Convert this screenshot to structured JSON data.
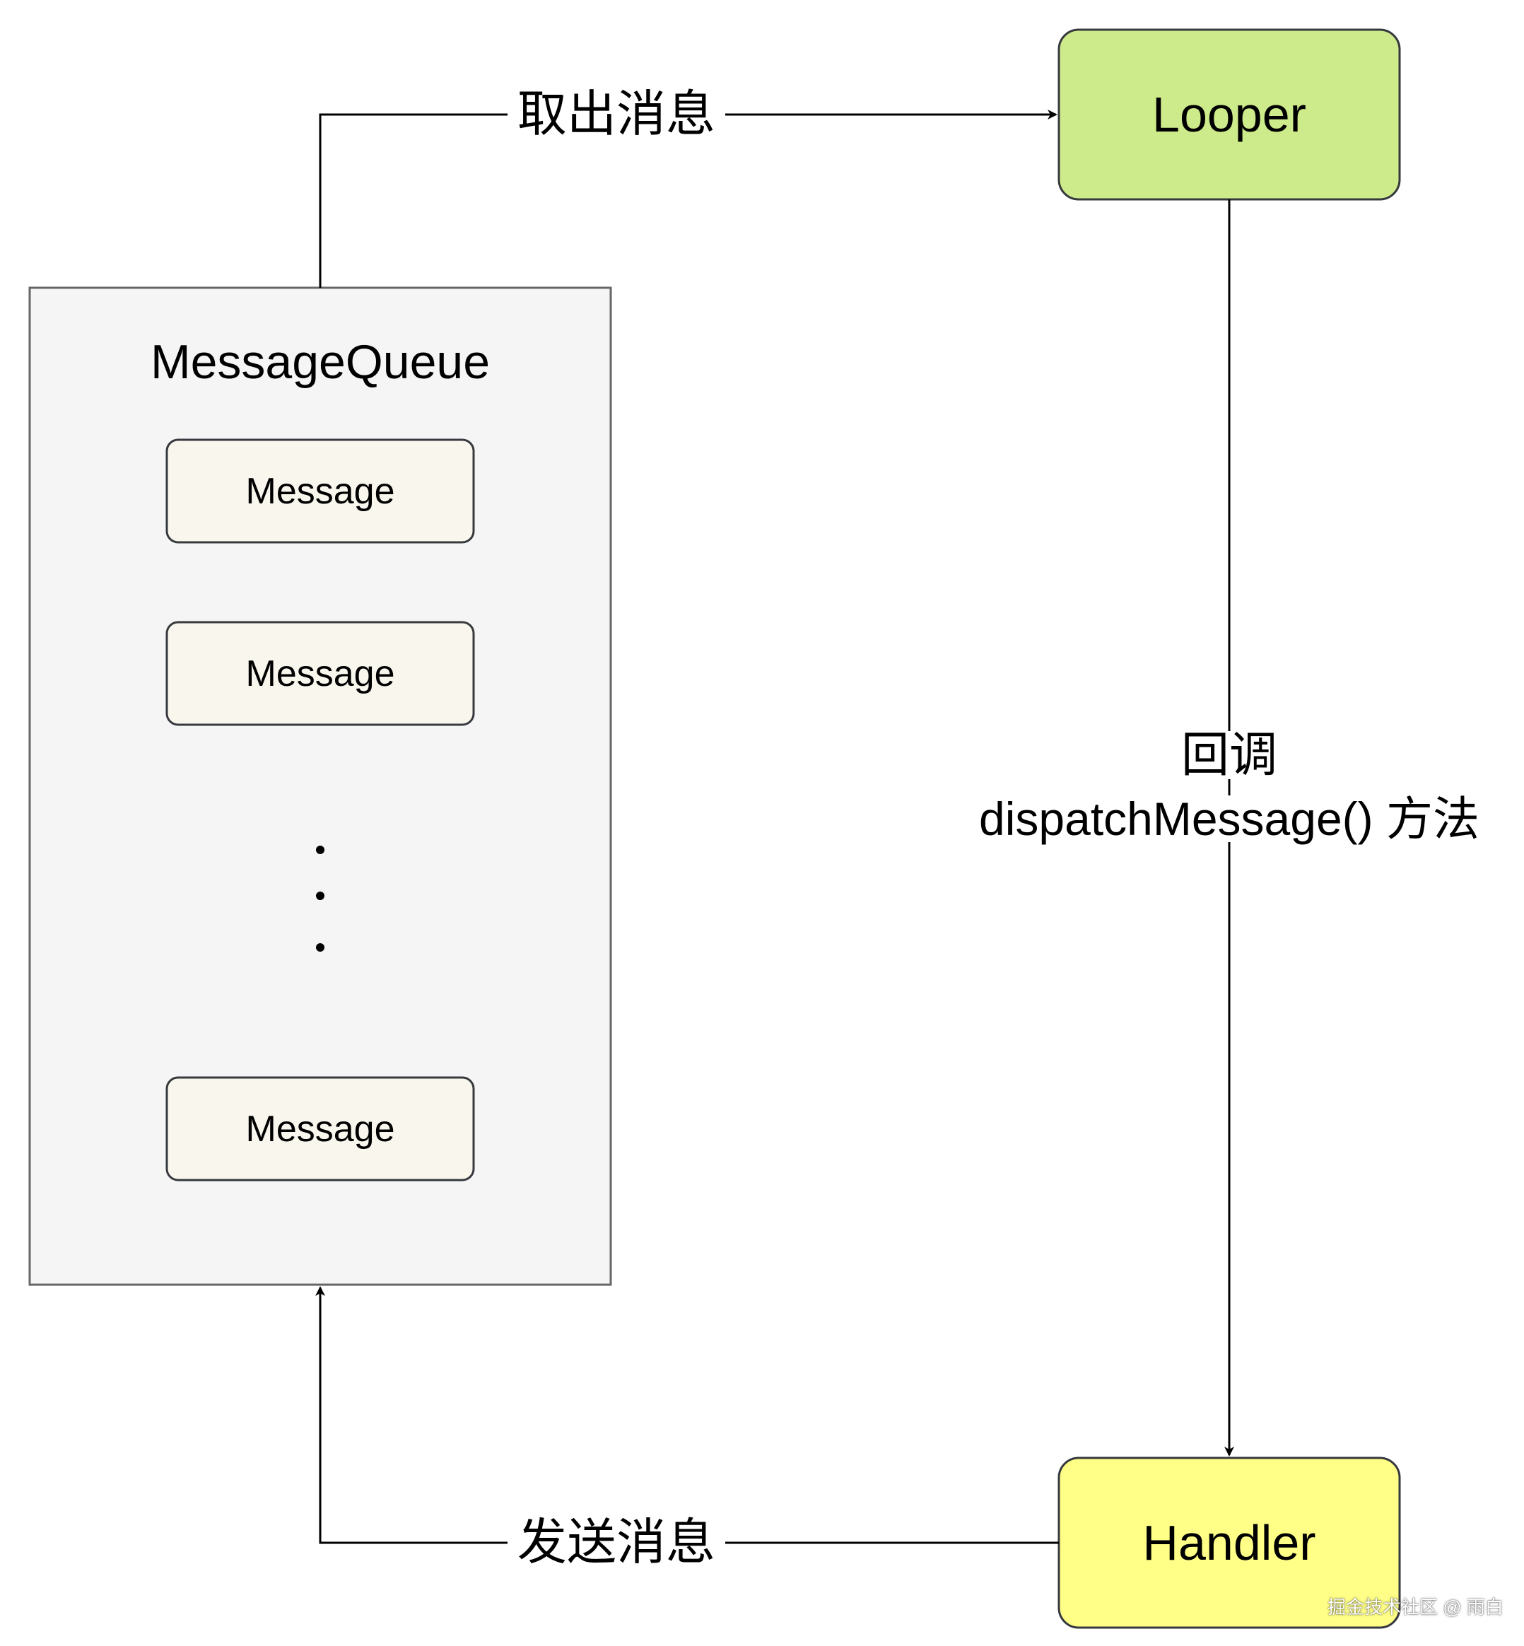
{
  "nodes": {
    "looper": {
      "label": "Looper",
      "fill": "#cdeb8b",
      "stroke": "#36393d"
    },
    "handler": {
      "label": "Handler",
      "fill": "#ffff88",
      "stroke": "#36393d"
    },
    "message_queue": {
      "label": "MessageQueue",
      "fill": "#f5f5f5",
      "stroke": "#666666",
      "messages": [
        {
          "label": "Message"
        },
        {
          "label": "Message"
        },
        {
          "label": "Message"
        }
      ],
      "ellipsis": "⋮",
      "message_fill": "#f9f7ed"
    }
  },
  "edges": {
    "take_message": {
      "label": "取出消息"
    },
    "callback": {
      "line1": "回调",
      "line2": "dispatchMessage() 方法"
    },
    "send_message": {
      "label": "发送消息"
    }
  },
  "watermark": {
    "text": "掘金技术社区 @ 雨白"
  }
}
